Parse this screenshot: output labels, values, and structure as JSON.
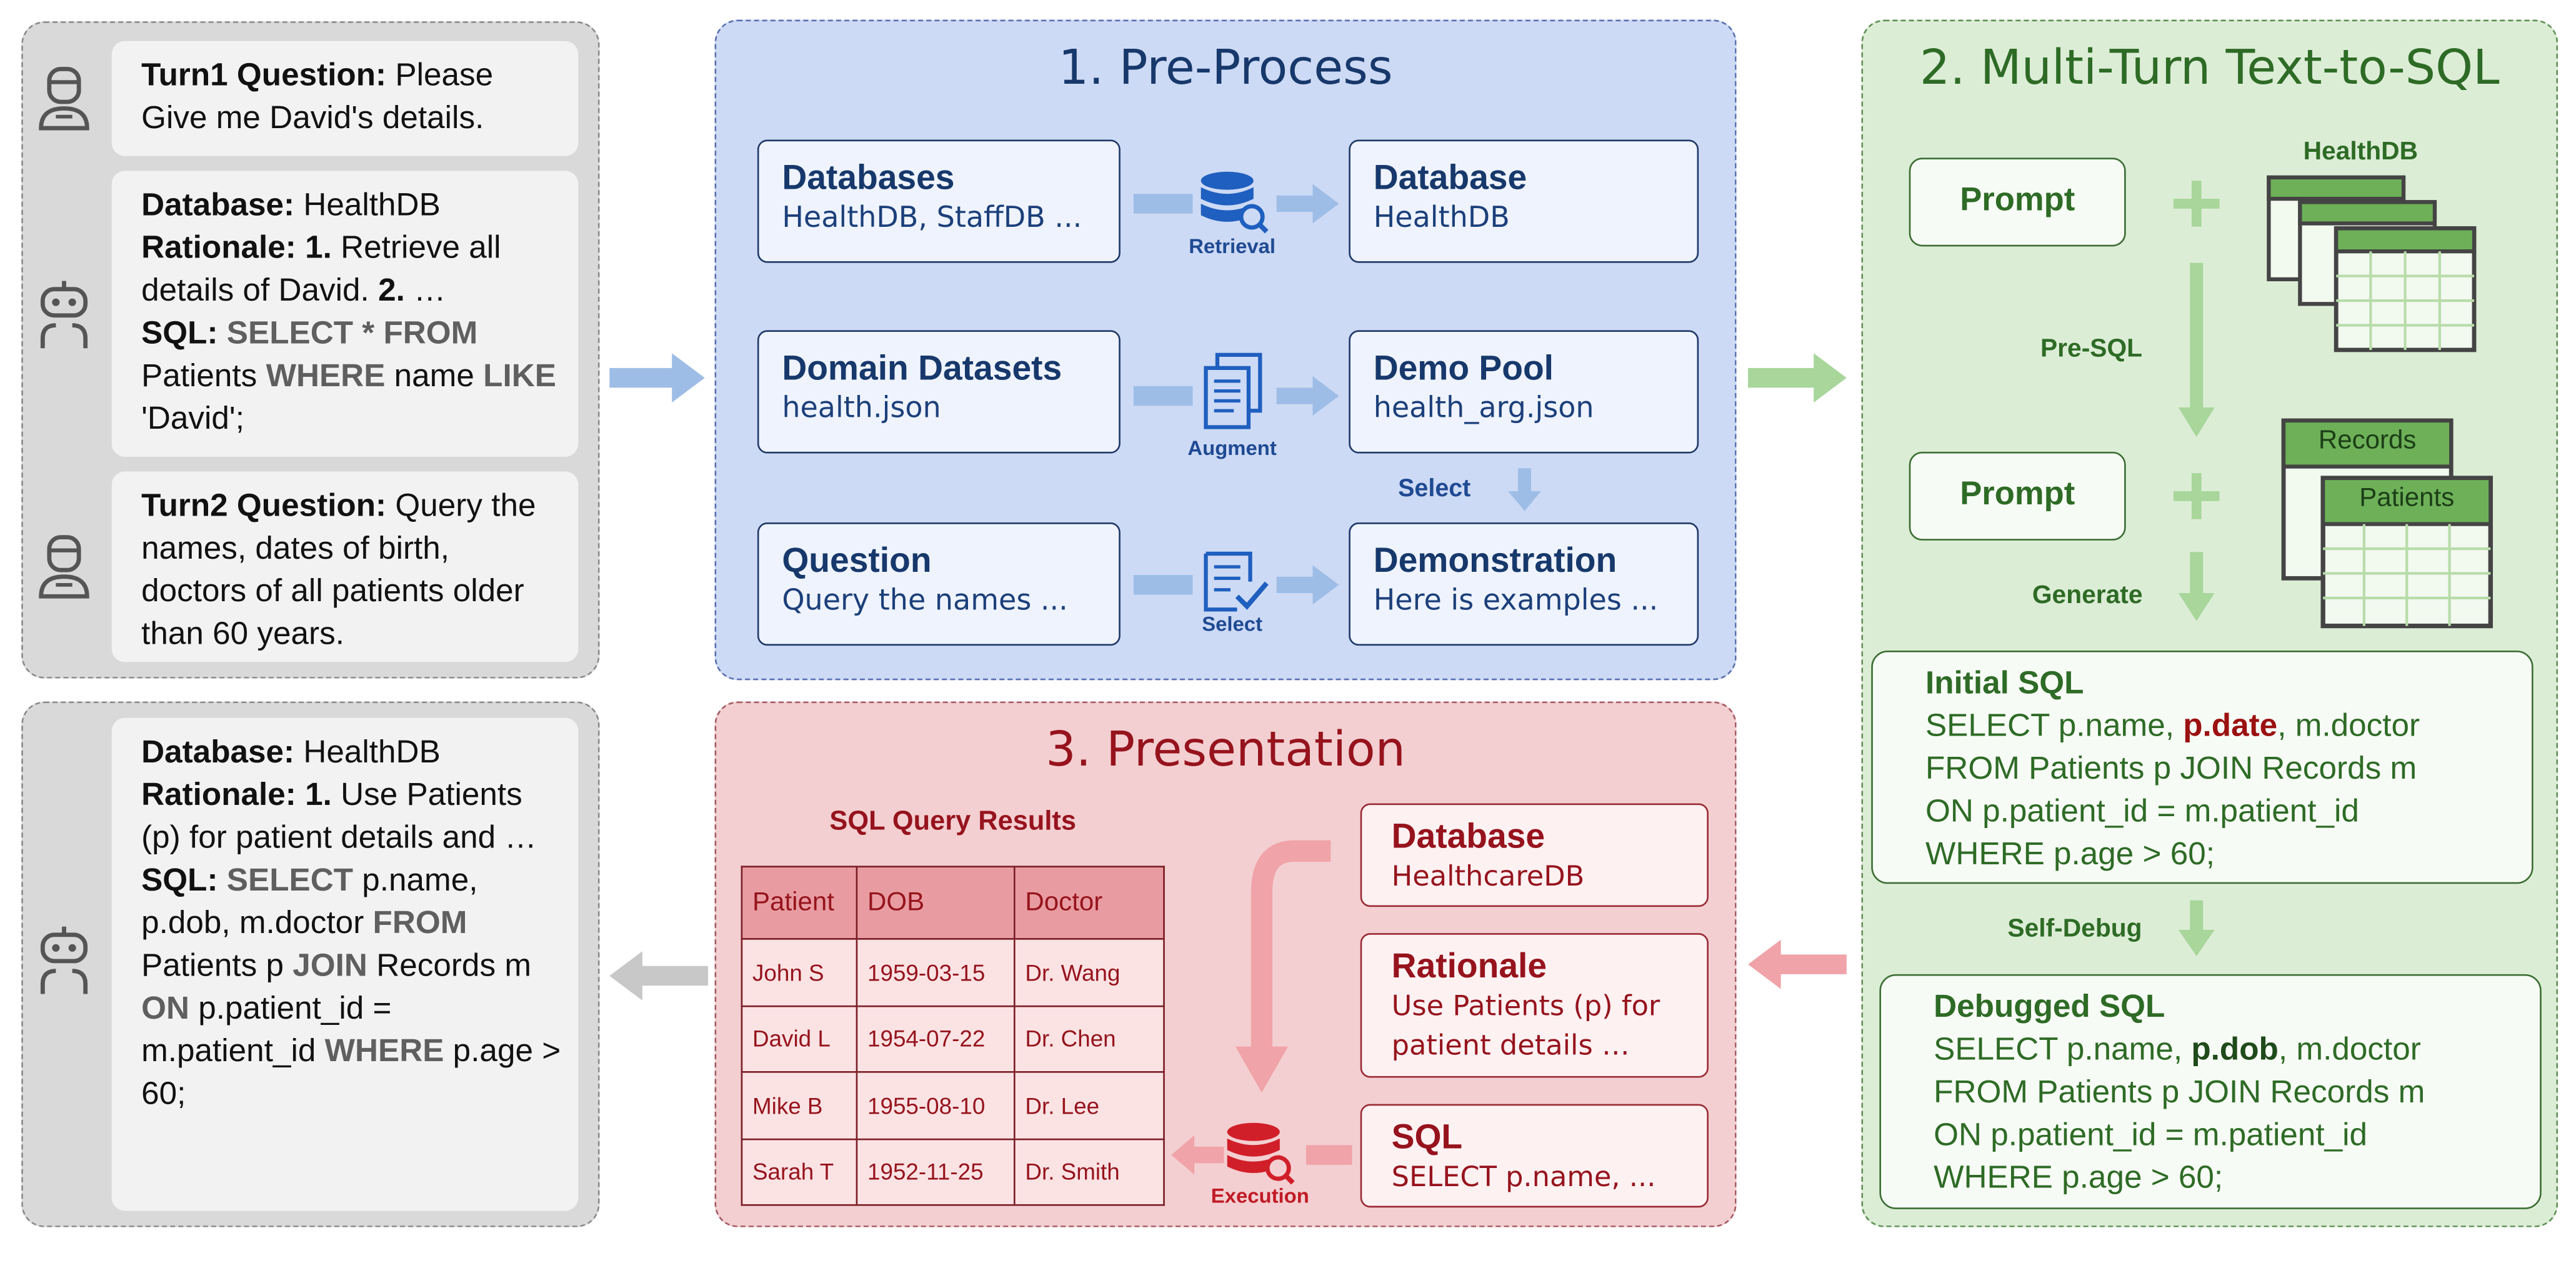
{
  "dialogue_top": {
    "turn1": {
      "label": "Turn1 Question:",
      "text": " Please Give me David's details."
    },
    "reply1": {
      "db_label": "Database:",
      "db_value": " HealthDB",
      "rationale_label": "Rationale:",
      "step1_num": " 1.",
      "step1_text": " Retrieve all details of David.",
      "step2_num": " 2.",
      "step2_text": " …",
      "sql_label": "SQL:",
      "sql_kw1": " SELECT * FROM",
      "sql_t1": " Patients ",
      "sql_kw2": "WHERE",
      "sql_t2": " name ",
      "sql_kw3": "LIKE",
      "sql_t3": " 'David';"
    },
    "turn2": {
      "label": "Turn2 Question:",
      "text": " Query the names, dates of birth, doctors of all patients older than 60 years."
    }
  },
  "dialogue_bottom": {
    "db_label": "Database:",
    "db_value": " HealthDB",
    "rationale_label": "Rationale:",
    "step1_num": " 1.",
    "step1_text": " Use Patients (p) for patient details and …",
    "sql_label": "SQL:",
    "sql_kw1": " SELECT",
    "sql_t1": " p.name, p.dob, m.doctor ",
    "sql_kw2": "FROM",
    "sql_t2": " Patients p ",
    "sql_kw3": "JOIN",
    "sql_t3": " Records m ",
    "sql_kw4": "ON",
    "sql_t4": " p.patient_id = m.patient_id ",
    "sql_kw5": "WHERE",
    "sql_t5": " p.age > 60;"
  },
  "preprocess": {
    "title": "1. Pre-Process",
    "databases": {
      "title": "Databases",
      "sub": "HealthDB, StaffDB ..."
    },
    "database": {
      "title": "Database",
      "sub": "HealthDB"
    },
    "domain_datasets": {
      "title": "Domain Datasets",
      "sub": "health.json"
    },
    "demo_pool": {
      "title": "Demo Pool",
      "sub": "health_arg.json"
    },
    "question": {
      "title": "Question",
      "sub": "Query the names ..."
    },
    "demonstration": {
      "title": "Demonstration",
      "sub": "Here is examples ..."
    },
    "icon_retrieval": "Retrieval",
    "icon_augment": "Augment",
    "icon_select": "Select",
    "select_arrow_label": "Select",
    "colors": {
      "box_border": "#1f3867",
      "arrow": "#9ebde6",
      "icon": "#1f5fbf"
    }
  },
  "multiturn": {
    "title": "2. Multi-Turn Text-to-SQL",
    "prompt1": "Prompt",
    "prompt2": "Prompt",
    "healthdb_label": "HealthDB",
    "records_label": "Records",
    "patients_label": "Patients",
    "pre_sql_label": "Pre-SQL",
    "generate_label": "Generate",
    "self_debug_label": "Self-Debug",
    "initial_sql": {
      "title": "Initial SQL",
      "l1a": "SELECT p.name, ",
      "l1b": "p.date",
      "l1c": ", m.doctor",
      "l2": "FROM Patients p JOIN Records m",
      "l3": "ON p.patient_id = m.patient_id",
      "l4": "WHERE p.age > 60;"
    },
    "debugged_sql": {
      "title": "Debugged SQL",
      "l1a": "SELECT p.name, ",
      "l1b": "p.dob",
      "l1c": ", m.doctor",
      "l2": "FROM Patients p JOIN Records m",
      "l3": "ON p.patient_id = m.patient_id",
      "l4": "WHERE p.age > 60;"
    },
    "colors": {
      "green": "#2e6b26",
      "arrow": "#a8d69b",
      "table_head": "#6db058"
    }
  },
  "presentation": {
    "title": "3. Presentation",
    "results_title": "SQL Query Results",
    "table": {
      "headers": [
        "Patient",
        "DOB",
        "Doctor"
      ],
      "rows": [
        [
          "John S",
          "1959-03-15",
          "Dr. Wang"
        ],
        [
          "David L",
          "1954-07-22",
          "Dr. Chen"
        ],
        [
          "Mike B",
          "1955-08-10",
          "Dr. Lee"
        ],
        [
          "Sarah T",
          "1952-11-25",
          "Dr. Smith"
        ]
      ]
    },
    "database": {
      "title": "Database",
      "sub": "HealthcareDB"
    },
    "rationale": {
      "title": "Rationale",
      "sub": "Use Patients (p) for patient details …"
    },
    "sql": {
      "title": "SQL",
      "sub": "SELECT p.name, ..."
    },
    "icon_execution": "Execution",
    "colors": {
      "red": "#96131d",
      "arrow": "#f0a3a8",
      "icon": "#d11f2a"
    }
  }
}
